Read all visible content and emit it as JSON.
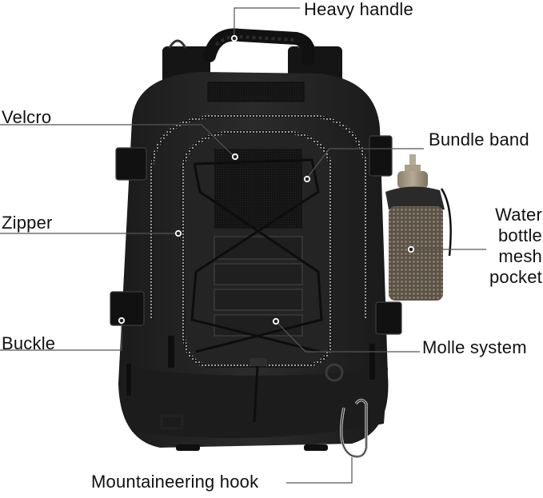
{
  "image": {
    "subject": "Black tactical backpack with feature callouts",
    "background_color": "#ffffff",
    "callout_line_color": "#555555",
    "callout_marker_color": "#ffffff"
  },
  "callouts": [
    {
      "id": "heavy-handle",
      "label": "Heavy handle"
    },
    {
      "id": "velcro",
      "label": "Velcro"
    },
    {
      "id": "bundle-band",
      "label": "Bundle band"
    },
    {
      "id": "zipper",
      "label": "Zipper"
    },
    {
      "id": "water-bottle-mesh-pocket",
      "label": "Water bottle mesh pocket",
      "lines": [
        "Water",
        "bottle",
        "mesh",
        "pocket"
      ]
    },
    {
      "id": "buckle",
      "label": "Buckle"
    },
    {
      "id": "molle-system",
      "label": "Molle system"
    },
    {
      "id": "mountaineering-hook",
      "label": "Mountaineering hook"
    }
  ]
}
